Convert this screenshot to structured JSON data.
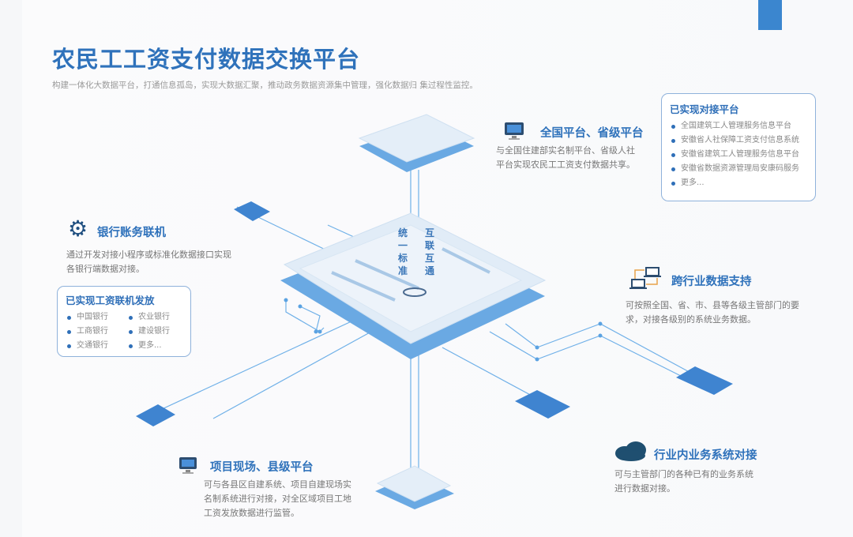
{
  "title": "农民工工资支付数据交换平台",
  "subtitle": "构建一体化大数据平台，打通信息孤岛，实现大数据汇聚，推动政务数据资源集中管理，强化数据归  集过程性监控。",
  "center": {
    "left_label": "统一标准",
    "right_label": "互联互通"
  },
  "national": {
    "heading": "全国平台、省级平台",
    "desc": [
      "与全国住建部实名制平台、省级人社",
      "平台实现农民工工资支付数据共享。"
    ],
    "box": {
      "title": "已实现对接平台",
      "items": [
        "全国建筑工人管理服务信息平台",
        "安徽省人社保障工资支付信息系统",
        "安徽省建筑工人管理服务信息平台",
        "安徽省数据资源管理局安康码服务",
        "更多..."
      ]
    }
  },
  "bank": {
    "heading": "银行账务联机",
    "desc": [
      "通过开发对接小程序或标准化数据接口实现",
      "各银行端数据对接。"
    ],
    "box": {
      "title": "已实现工资联机发放",
      "items": [
        "中国银行",
        "农业银行",
        "工商银行",
        "建设银行",
        "交通银行",
        "更多..."
      ]
    }
  },
  "cross": {
    "heading": "跨行业数据支持",
    "desc": [
      "可按照全国、省、市、县等各级主管部门的要",
      "求，对接各级别的系统业务数据。"
    ]
  },
  "project": {
    "heading": "项目现场、县级平台",
    "desc": [
      "可与各县区自建系统、项目自建现场实",
      "名制系统进行对接，对全区域项目工地",
      "工资发放数据进行监管。"
    ]
  },
  "industry": {
    "heading": "行业内业务系统对接",
    "desc": [
      "可与主管部门的各种已有的业务系统",
      "进行数据对接。"
    ]
  },
  "colors": {
    "accent": "#2f72bb",
    "corner": "#3b86cf"
  }
}
